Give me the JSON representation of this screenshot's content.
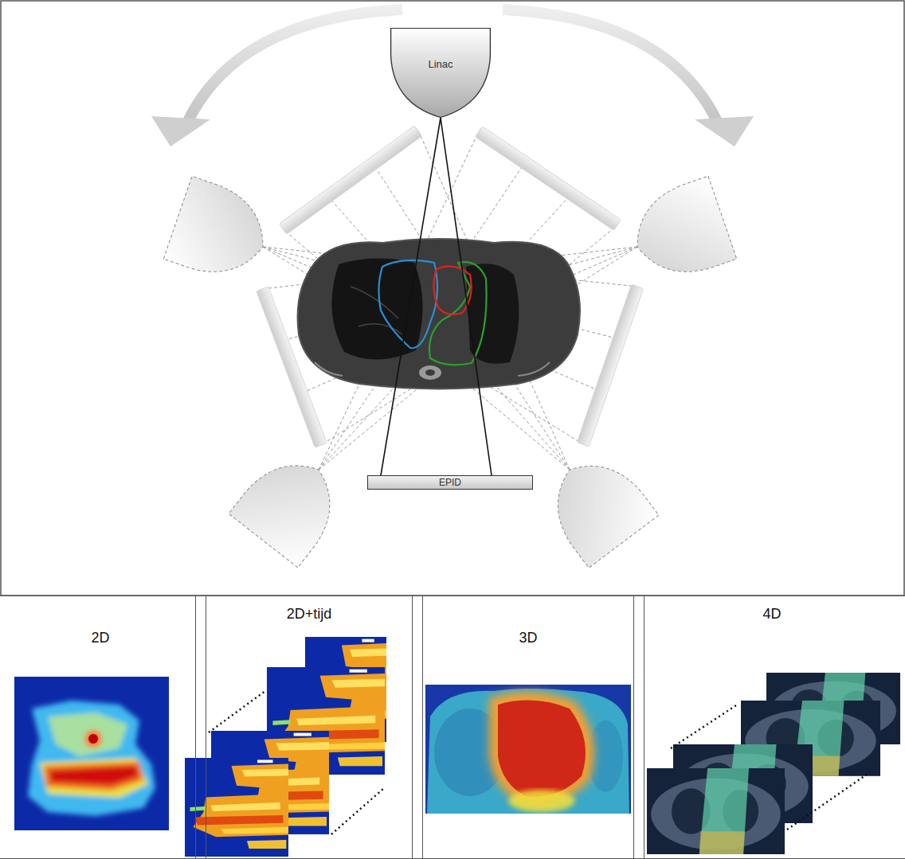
{
  "diagram": {
    "nodes": [
      {
        "text": [
          "Linac"
        ]
      },
      {
        "text": [
          "EPID"
        ]
      },
      {
        "text": [
          "2D"
        ]
      },
      {
        "text": [
          "2D+tijd"
        ]
      },
      {
        "text": [
          "3D"
        ]
      },
      {
        "text": [
          "4D"
        ]
      }
    ],
    "edges": [
      {
        "from": 0,
        "to": 1,
        "arrow": "none"
      }
    ]
  }
}
